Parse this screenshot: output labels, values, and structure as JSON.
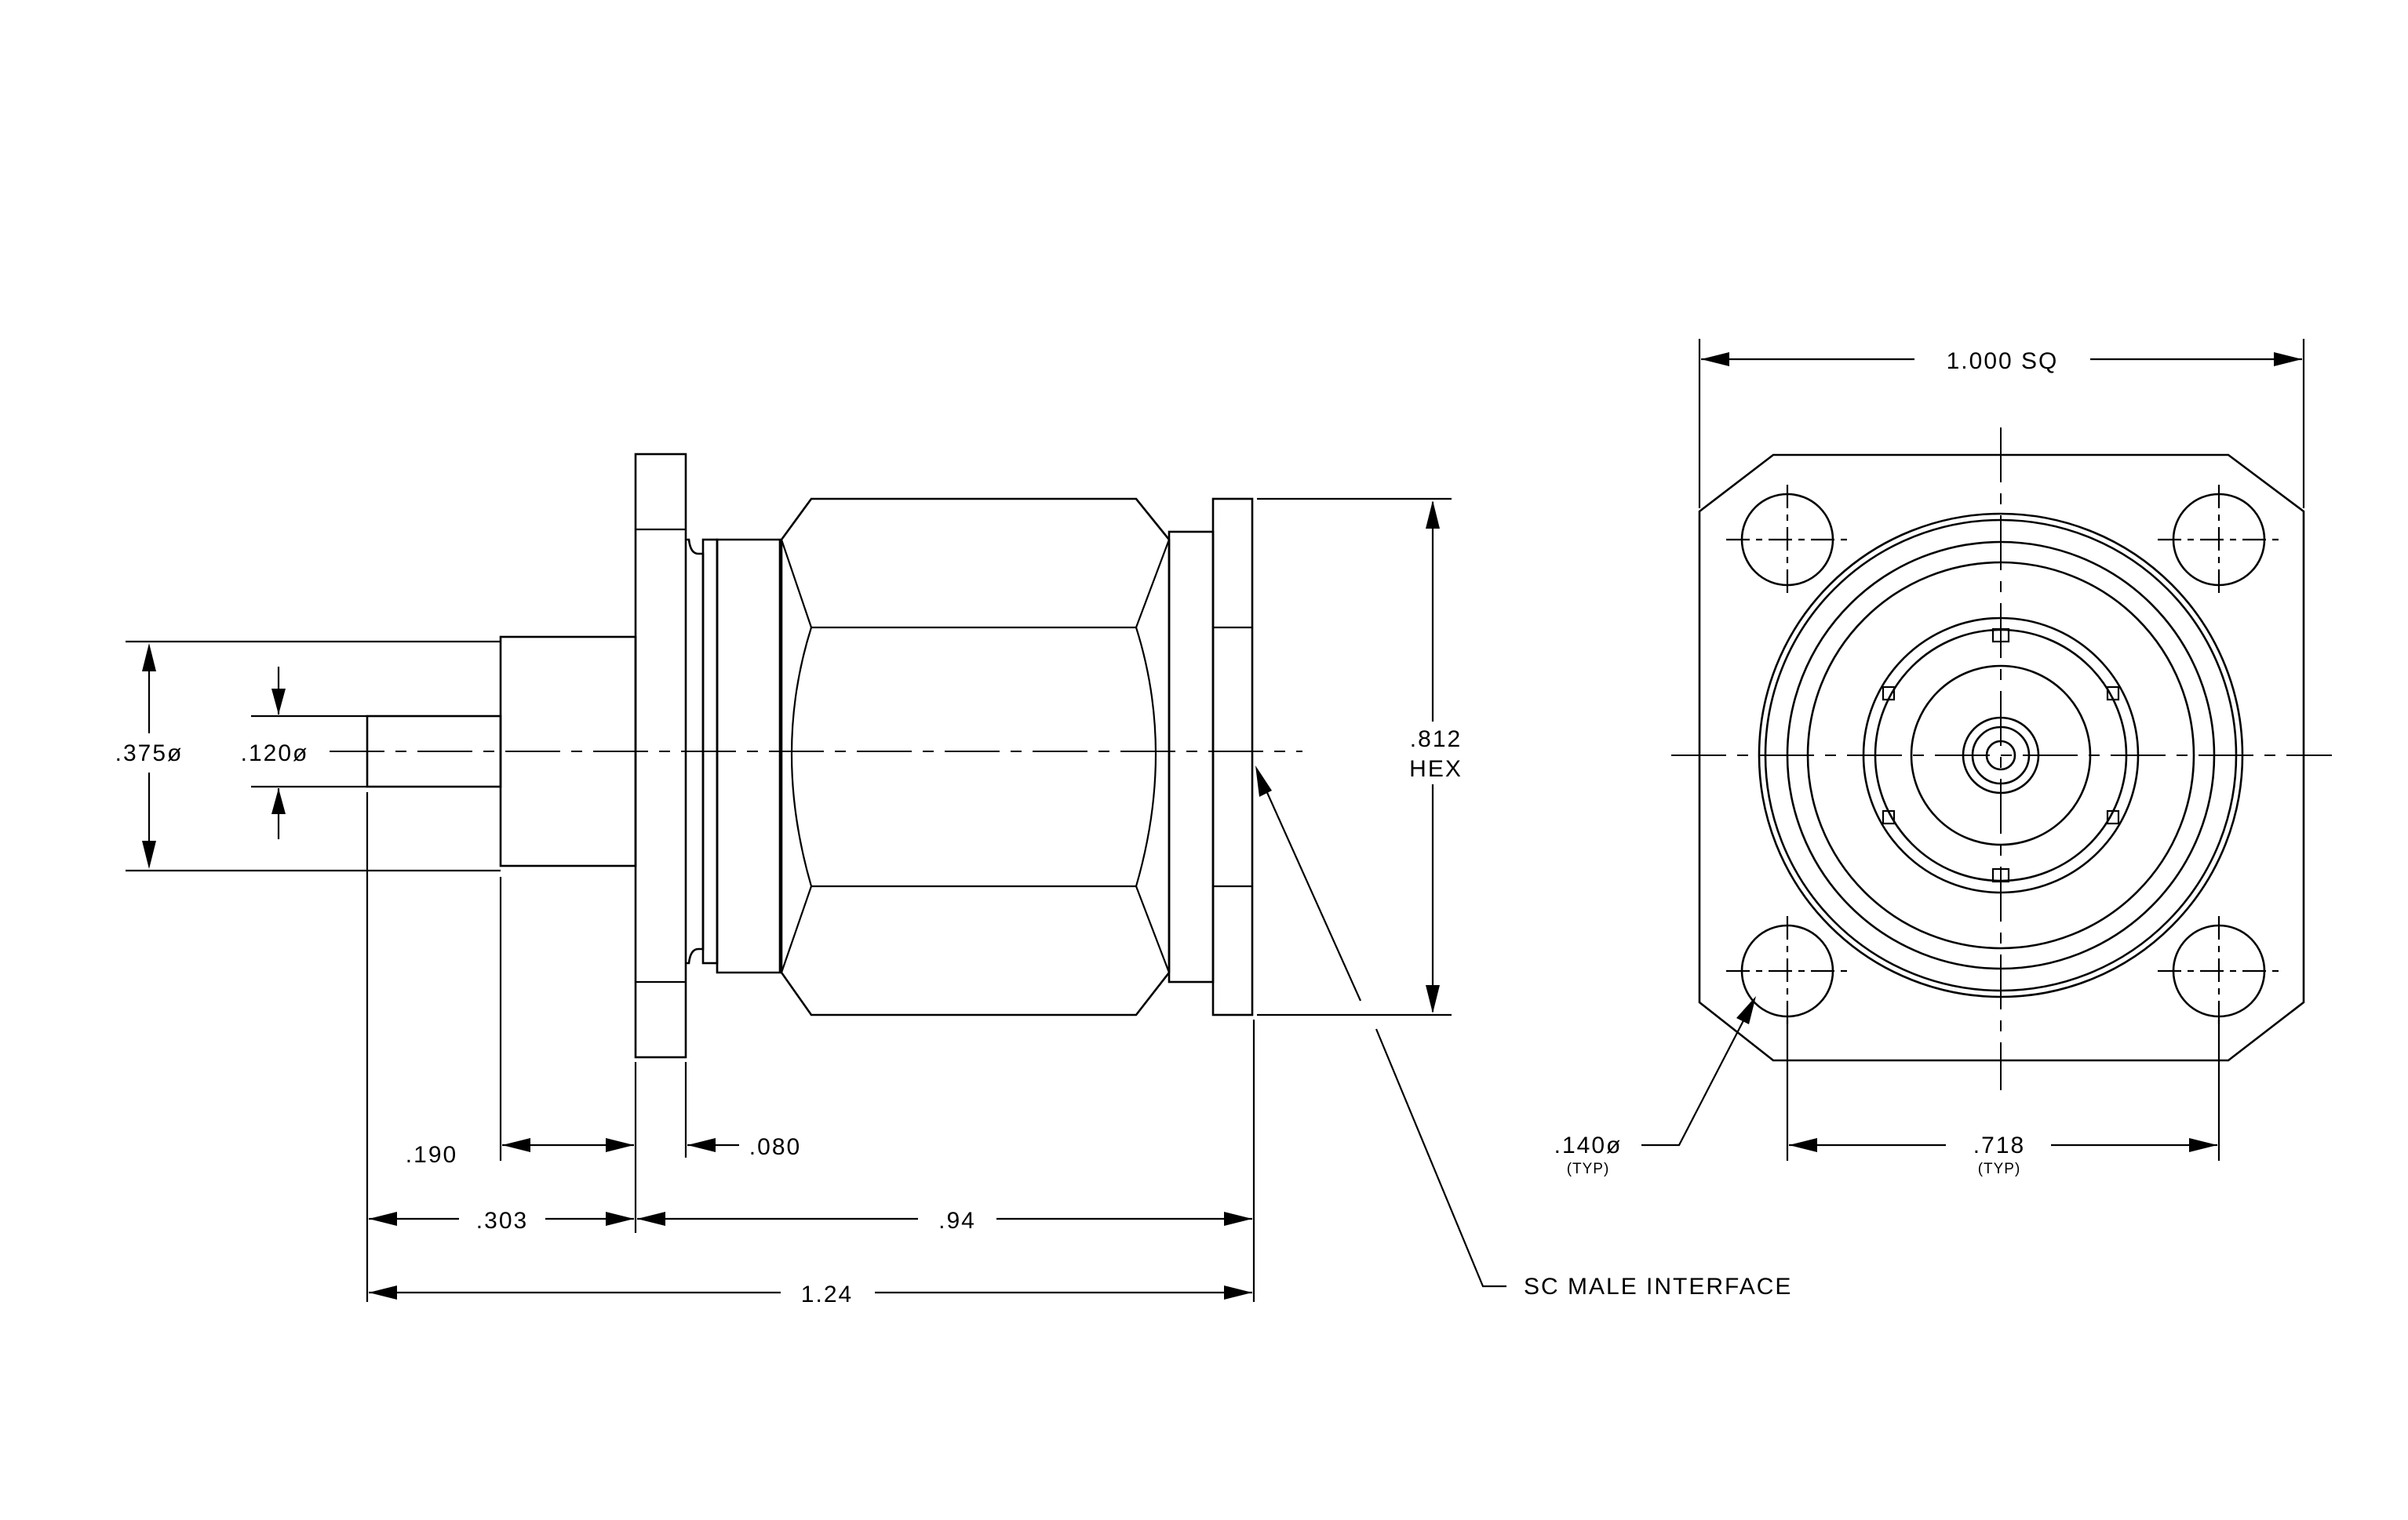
{
  "side_view": {
    "dia_outer": ".375ø",
    "dia_pin": ".120ø",
    "hex": ".812",
    "hex_unit": "HEX",
    "dim_190": ".190",
    "dim_080": ".080",
    "dim_303": ".303",
    "dim_94": ".94",
    "dim_124": "1.24",
    "interface": "SC MALE INTERFACE"
  },
  "front_view": {
    "width": "1.000 SQ",
    "hole": ".140ø",
    "hole_typ": "(TYP)",
    "spacing": ".718",
    "spacing_typ": "(TYP)"
  }
}
